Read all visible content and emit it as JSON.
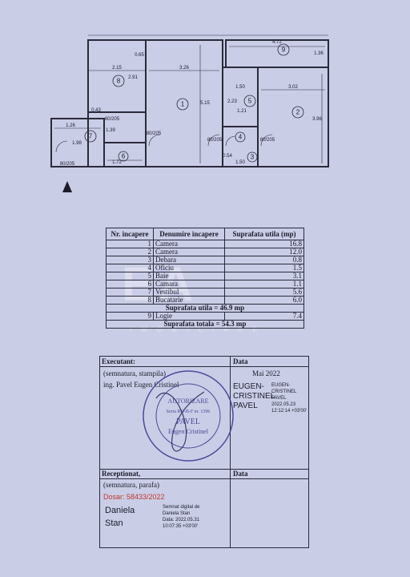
{
  "plan": {
    "rooms": [
      {
        "num": "1"
      },
      {
        "num": "2"
      },
      {
        "num": "3"
      },
      {
        "num": "4"
      },
      {
        "num": "5"
      },
      {
        "num": "6"
      },
      {
        "num": "7"
      },
      {
        "num": "8"
      },
      {
        "num": "9"
      }
    ],
    "dims": [
      "4.72",
      "1.36",
      "2.15",
      "2.91",
      "3.26",
      "5.15",
      "1.50",
      "3.02",
      "2.23",
      "1.21",
      "3.96",
      "0.43",
      "1.26",
      "1.39",
      "1.72",
      "0.65",
      "0.54",
      "1.50",
      "1.98"
    ],
    "doors": [
      "80/205",
      "80/205",
      "80/205",
      "80/205",
      "60/205"
    ]
  },
  "watermark": {
    "logo": "EA",
    "sub": "IMOBILIARE"
  },
  "table": {
    "headers": {
      "num": "Nr. incapere",
      "name": "Denumire incapere",
      "area": "Suprafata utila (mp)"
    },
    "rows": [
      {
        "num": "1",
        "name": "Camera",
        "area": "16.8"
      },
      {
        "num": "2",
        "name": "Camera",
        "area": "12.0"
      },
      {
        "num": "3",
        "name": "Debara",
        "area": "0.8"
      },
      {
        "num": "4",
        "name": "Oficiu",
        "area": "1.5"
      },
      {
        "num": "5",
        "name": "Baie",
        "area": "3.1"
      },
      {
        "num": "6",
        "name": "Camara",
        "area": "1.1"
      },
      {
        "num": "7",
        "name": "Vestibul",
        "area": "5.6"
      },
      {
        "num": "8",
        "name": "Bucatarie",
        "area": "6.0"
      }
    ],
    "useful_total": "Suprafata utila = 46.9 mp",
    "loggia": {
      "num": "9",
      "name": "Logie",
      "area": "7.4"
    },
    "grand_total": "Suprafata totala = 54.3 mp"
  },
  "signatures": {
    "executant_label": "Executant:",
    "data_label": "Data",
    "executant_sub": "(semnatura, stampila)",
    "executant_name": "ing. Pavel Eugen Cristinel",
    "date": "Mai 2022",
    "digital_name": "EUGEN-CRISTINEL PAVEL",
    "digital_lines": [
      "EUGEN-",
      "CRISTINEL PAVEL",
      "2022.05.23",
      "12:12:14 +03'00'"
    ],
    "stamp_lines": [
      "AUTORIZARE",
      "Seria RO-B-F nr. 1396",
      "PAVEL",
      "Eugen Cristinel"
    ],
    "receptionat_label": "Receptionat,",
    "data_label2": "Data",
    "receptionat_sub": "(semnatura, parafa)",
    "dosar": "Dosar: 58433/2022",
    "signer_first": "Daniela",
    "signer_last": "Stan",
    "signer_digital": [
      "Semnat digital de",
      "Daniela Stan",
      "Data: 2022.05.31",
      "10:07:35 +03'00'"
    ]
  },
  "colors": {
    "paper": "#c9cde6",
    "ink": "#1c1c2a",
    "dosar": "#c0392b",
    "stamp": "#4a4a9a"
  }
}
